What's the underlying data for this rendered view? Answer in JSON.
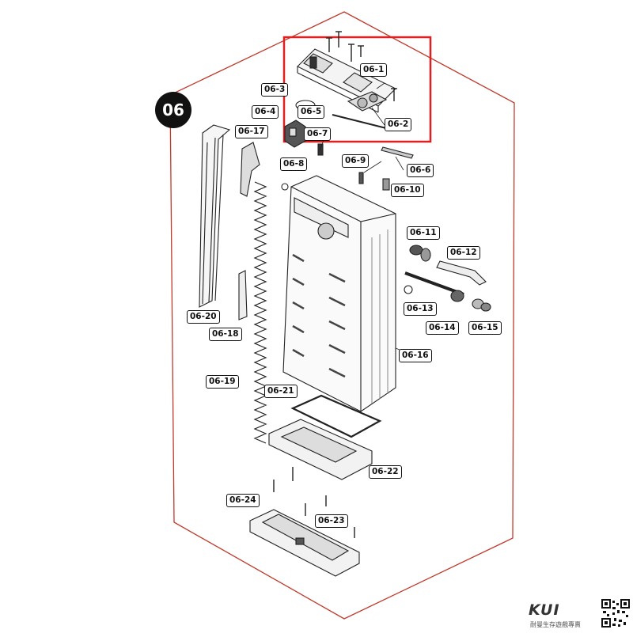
{
  "section": {
    "number": "06",
    "border_color": "#c0392b",
    "highlight_color": "#e02020"
  },
  "labels": [
    "06-1",
    "06-2",
    "06-3",
    "06-4",
    "06-5",
    "06-6",
    "06-7",
    "06-8",
    "06-9",
    "06-10",
    "06-11",
    "06-12",
    "06-13",
    "06-14",
    "06-15",
    "06-16",
    "06-17",
    "06-18",
    "06-19",
    "06-20",
    "06-21",
    "06-22",
    "06-23",
    "06-24"
  ],
  "brand": {
    "logo_text": "KUI",
    "tagline": "耐曼生存遊戲專賣",
    "logo_color": "#333333"
  }
}
